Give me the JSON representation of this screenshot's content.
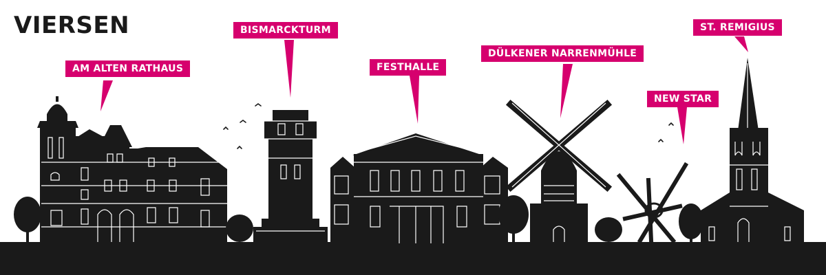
{
  "title": "VIERSEN",
  "landmarks": [
    {
      "label": "AM ALTEN RATHAUS"
    },
    {
      "label": "BISMARCKTURM"
    },
    {
      "label": "FESTHALLE"
    },
    {
      "label": "DÜLKENER NARRENMÜHLE"
    },
    {
      "label": "NEW STAR"
    },
    {
      "label": "ST. REMIGIUS"
    }
  ],
  "colors": {
    "accent": "#d6006e",
    "silhouette": "#1a1a1a",
    "background": "#ffffff"
  }
}
